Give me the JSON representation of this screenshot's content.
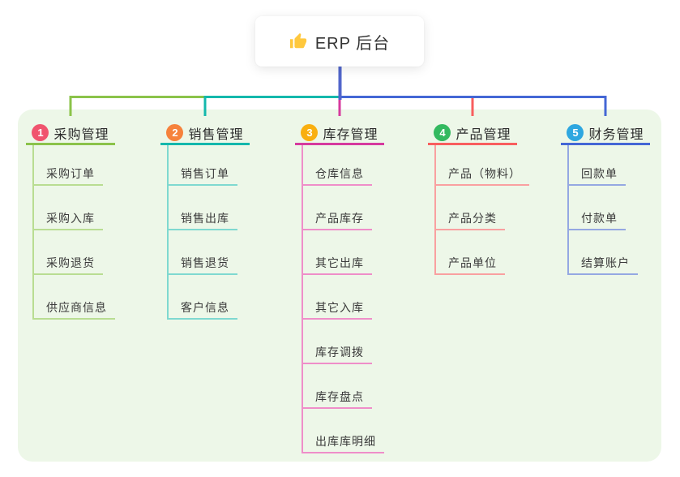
{
  "root": {
    "label": "ERP 后台",
    "icon": "thumbs-up-icon"
  },
  "canvas": {
    "page_bg": "#FFFFFF",
    "panel_bg": "#EDF7E8",
    "root_line_color": "#5166CB",
    "thumb_icon_color": "#FFC83D",
    "root_text_color": "#333333"
  },
  "branches": [
    {
      "num": "1",
      "label": "采购管理",
      "badge_color": "#F0546E",
      "line_color": "#8BC34A",
      "light_line_color": "#B9DD92",
      "children": [
        "采购订单",
        "采购入库",
        "采购退货",
        "供应商信息"
      ]
    },
    {
      "num": "2",
      "label": "销售管理",
      "badge_color": "#F6823C",
      "line_color": "#14B8AC",
      "light_line_color": "#7FD9D0",
      "children": [
        "销售订单",
        "销售出库",
        "销售退货",
        "客户信息"
      ]
    },
    {
      "num": "3",
      "label": "库存管理",
      "badge_color": "#F9AF10",
      "line_color": "#D63A9E",
      "light_line_color": "#EF8EC9",
      "children": [
        "仓库信息",
        "产品库存",
        "其它出库",
        "其它入库",
        "库存调拨",
        "库存盘点",
        "出库库明细"
      ]
    },
    {
      "num": "4",
      "label": "产品管理",
      "badge_color": "#33B95F",
      "line_color": "#F85E5E",
      "light_line_color": "#F9A0A0",
      "children": [
        "产品（物料）",
        "产品分类",
        "产品单位"
      ]
    },
    {
      "num": "5",
      "label": "财务管理",
      "badge_color": "#2EA7E0",
      "line_color": "#4467D5",
      "light_line_color": "#95A8E2",
      "children": [
        "回款单",
        "付款单",
        "结算账户"
      ]
    }
  ]
}
